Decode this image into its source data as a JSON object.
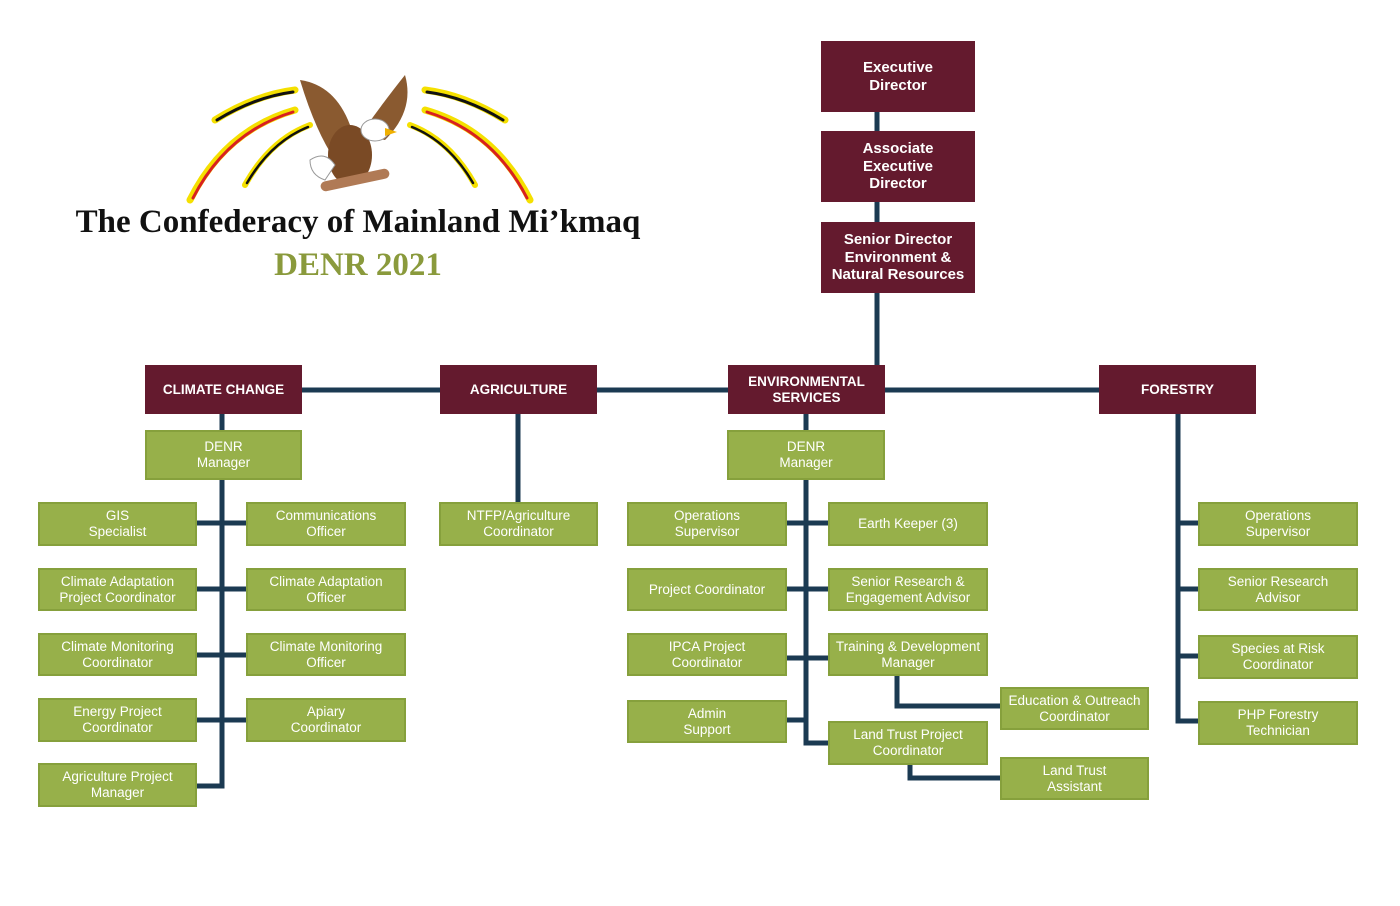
{
  "header": {
    "title": "The Confederacy of Mainland Mi’kmaq",
    "subtitle": "DENR 2021"
  },
  "colors": {
    "maroon": "#641a2e",
    "green": "#97b04a",
    "line": "#1b3a52",
    "olive_text": "#8a9a3c"
  },
  "exec": {
    "executive_director": "Executive\nDirector",
    "associate_executive_director": "Associate\nExecutive\nDirector",
    "senior_director": "Senior Director\nEnvironment &\nNatural Resources"
  },
  "departments": {
    "climate": "CLIMATE CHANGE",
    "agriculture": "AGRICULTURE",
    "environmental": "ENVIRONMENTAL\nSERVICES",
    "forestry": "FORESTRY"
  },
  "climate": {
    "manager": "DENR\nManager",
    "gis": "GIS\nSpecialist",
    "communications": "Communications\nOfficer",
    "capc": "Climate Adaptation\nProject Coordinator",
    "cao": "Climate Adaptation\nOfficer",
    "cmc": "Climate Monitoring\nCoordinator",
    "cmo": "Climate Monitoring\nOfficer",
    "energy": "Energy Project\nCoordinator",
    "apiary": "Apiary\nCoordinator",
    "agpm": "Agriculture Project\nManager"
  },
  "agriculture": {
    "ntfp": "NTFP/Agriculture\nCoordinator"
  },
  "environmental": {
    "manager": "DENR\nManager",
    "ops": "Operations\nSupervisor",
    "earth": "Earth Keeper (3)",
    "project": "Project Coordinator",
    "senior": "Senior Research &\nEngagement Advisor",
    "ipca": "IPCA Project\nCoordinator",
    "training": "Training & Development\nManager",
    "admin": "Admin\nSupport",
    "landtrust": "Land Trust Project\nCoordinator",
    "education": "Education & Outreach\nCoordinator",
    "lta": "Land Trust\nAssistant"
  },
  "forestry": {
    "ops": "Operations\nSupervisor",
    "sra": "Senior Research\nAdvisor",
    "sar": "Species at Risk\nCoordinator",
    "php": "PHP Forestry\nTechnician"
  }
}
